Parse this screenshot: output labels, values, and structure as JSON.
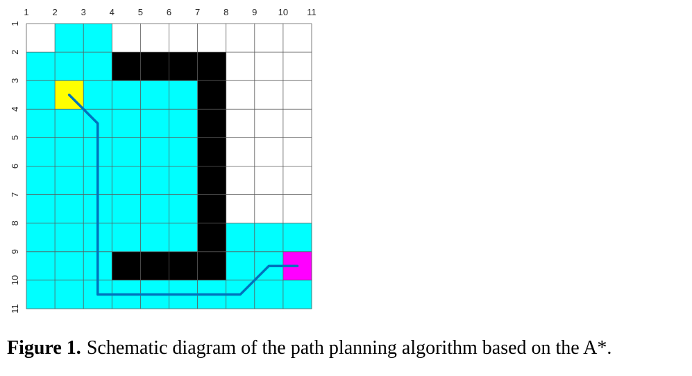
{
  "figure": {
    "x_ticks": [
      "1",
      "2",
      "3",
      "4",
      "5",
      "6",
      "7",
      "8",
      "9",
      "10",
      "11"
    ],
    "y_ticks": [
      "1",
      "2",
      "3",
      "4",
      "5",
      "6",
      "7",
      "8",
      "9",
      "10",
      "11"
    ],
    "grid": [
      "WCCWWWWWWW",
      "CCCBBBBWWW",
      "CYCCCCBWWW",
      "CCCCCCBWWW",
      "CCCCCCBWWW",
      "CCCCCCBWWW",
      "CCCCCCBWWW",
      "CCCCCCBCCC",
      "CCCBBBBCCM",
      "CCCCCCCCCC"
    ],
    "cell_colors": {
      "W": "#FFFFFF",
      "C": "#00FFFF",
      "B": "#000000",
      "Y": "#FFFF00",
      "M": "#FF00FF"
    },
    "path": [
      [
        2.5,
        3.5
      ],
      [
        3.5,
        4.5
      ],
      [
        3.5,
        10.5
      ],
      [
        8.5,
        10.5
      ],
      [
        9.5,
        9.5
      ],
      [
        10.5,
        9.5
      ]
    ],
    "path_color": "#0072BD"
  },
  "caption": {
    "label": "Figure 1.",
    "text": "Schematic diagram of the path planning algorithm based on the A*."
  }
}
